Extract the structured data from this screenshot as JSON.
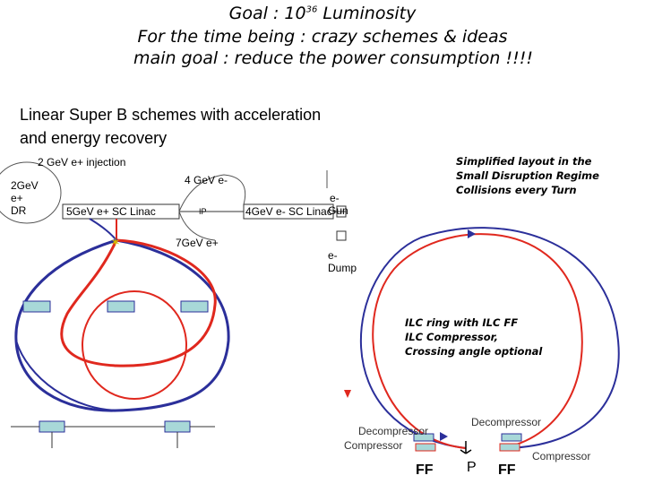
{
  "header": {
    "line1_prefix": "Goal : 10",
    "line1_exp": "36",
    "line1_suffix": " Luminosity",
    "line2": "For the time being : crazy schemes & ideas",
    "line3": "main goal : reduce the power consumption !!!!"
  },
  "left_diagram": {
    "title_line1": "Linear Super B schemes with acceleration",
    "title_line2": "and energy recovery",
    "injection": "2 GeV e+ injection",
    "dr": "2GeV\ne+\nDR",
    "linac1": "5GeV e+  SC Linac",
    "e4": "4 GeV e-",
    "ip_small": "IP",
    "linac2": "4GeV e- SC Linac",
    "gun_top": "e-",
    "gun": "Gun",
    "e7": "7GeV e+",
    "dump": "e-\nDump"
  },
  "right_diagram": {
    "note": "Simplified layout in the\nSmall Disruption Regime\nCollisions every Turn",
    "ilc_note": "ILC ring with ILC FF\nILC Compressor,\nCrossing angle optional",
    "decompressor_left": "Decompressor",
    "compressor_left": "Compressor",
    "decompressor_right": "Decompressor",
    "compressor_right": "Compressor",
    "ff_left": "FF",
    "ip": "P",
    "ff_right": "FF"
  },
  "colors": {
    "red": "#e0281e",
    "blue": "#2b2f9a",
    "teal_box": "#a8d8d8"
  }
}
